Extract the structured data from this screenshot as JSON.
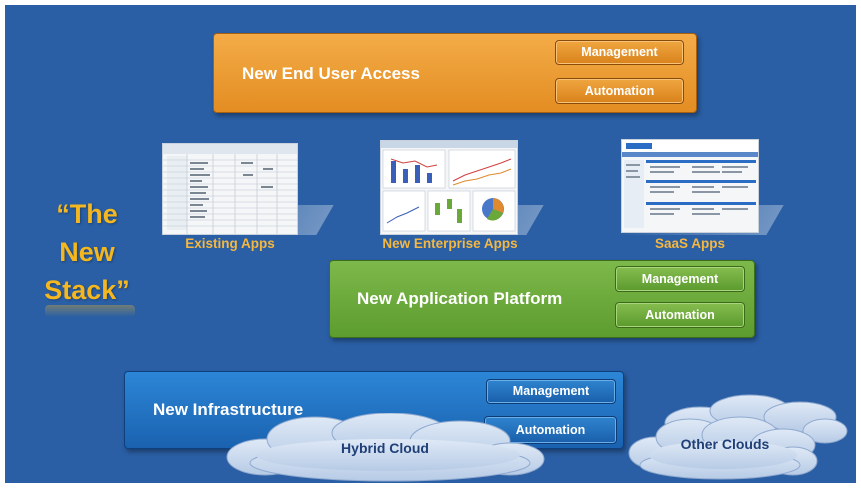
{
  "end_user_access": {
    "title": "New End User Access",
    "management": "Management",
    "automation": "Automation"
  },
  "apps": {
    "existing": "Existing Apps",
    "enterprise": "New Enterprise Apps",
    "saas": "SaaS Apps"
  },
  "slogan": {
    "line1": "“The",
    "line2": "New",
    "line3": "Stack”"
  },
  "app_platform": {
    "title": "New Application Platform",
    "management": "Management",
    "automation": "Automation"
  },
  "infrastructure": {
    "title": "New Infrastructure",
    "management": "Management",
    "automation": "Automation"
  },
  "clouds": {
    "hybrid": "Hybrid Cloud",
    "other": "Other Clouds"
  },
  "colors": {
    "background": "#2a5fa5",
    "orange": "#e8952e",
    "green": "#6aaa3a",
    "infra_blue": "#2477c8",
    "slogan_yellow": "#f4b71f"
  }
}
